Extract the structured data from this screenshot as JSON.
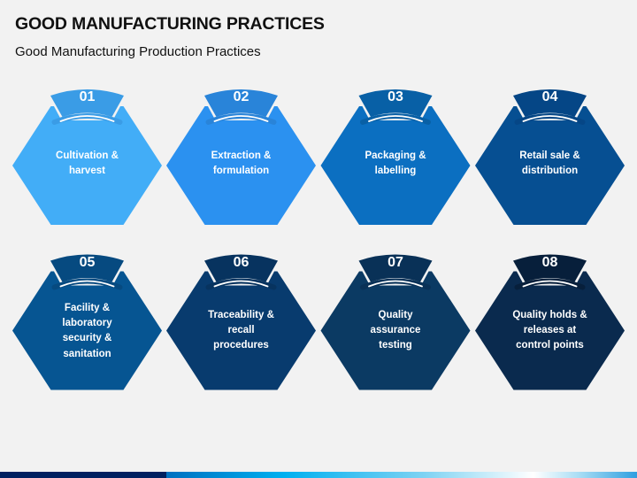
{
  "header": {
    "title": "GOOD MANUFACTURING PRACTICES",
    "subtitle": "Good Manufacturing Production Practices"
  },
  "steps": [
    {
      "number": "01",
      "label": "Cultivation & harvest",
      "lines": [
        "Cultivation &",
        "harvest"
      ],
      "fill": "#42adf7",
      "tab": "#3a9ce6"
    },
    {
      "number": "02",
      "label": "Extraction & formulation",
      "lines": [
        "Extraction &",
        "formulation"
      ],
      "fill": "#2b91f0",
      "tab": "#2984d9"
    },
    {
      "number": "03",
      "label": "Packaging & labelling",
      "lines": [
        "Packaging &",
        "labelling"
      ],
      "fill": "#0b6fc1",
      "tab": "#0860a6"
    },
    {
      "number": "04",
      "label": "Retail sale & distribution",
      "lines": [
        "Retail sale &",
        "distribution"
      ],
      "fill": "#064f92",
      "tab": "#054686"
    },
    {
      "number": "05",
      "label": "Facility & laboratory security & sanitation",
      "lines": [
        "Facility &",
        "laboratory",
        "security &",
        "sanitation"
      ],
      "fill": "#065592",
      "tab": "#064a80"
    },
    {
      "number": "06",
      "label": "Traceability & recall procedures",
      "lines": [
        "Traceability &",
        "recall",
        "procedures"
      ],
      "fill": "#083b6e",
      "tab": "#07335f"
    },
    {
      "number": "07",
      "label": "Quality assurance testing",
      "lines": [
        "Quality",
        "assurance",
        "testing"
      ],
      "fill": "#0b3a63",
      "tab": "#093157"
    },
    {
      "number": "08",
      "label": "Quality holds & releases at control points",
      "lines": [
        "Quality holds &",
        "releases at",
        "control points"
      ],
      "fill": "#0a2a4e",
      "tab": "#071f3b"
    }
  ],
  "colors": {
    "background": "#f2f2f2",
    "bar_navy": "#002060"
  }
}
